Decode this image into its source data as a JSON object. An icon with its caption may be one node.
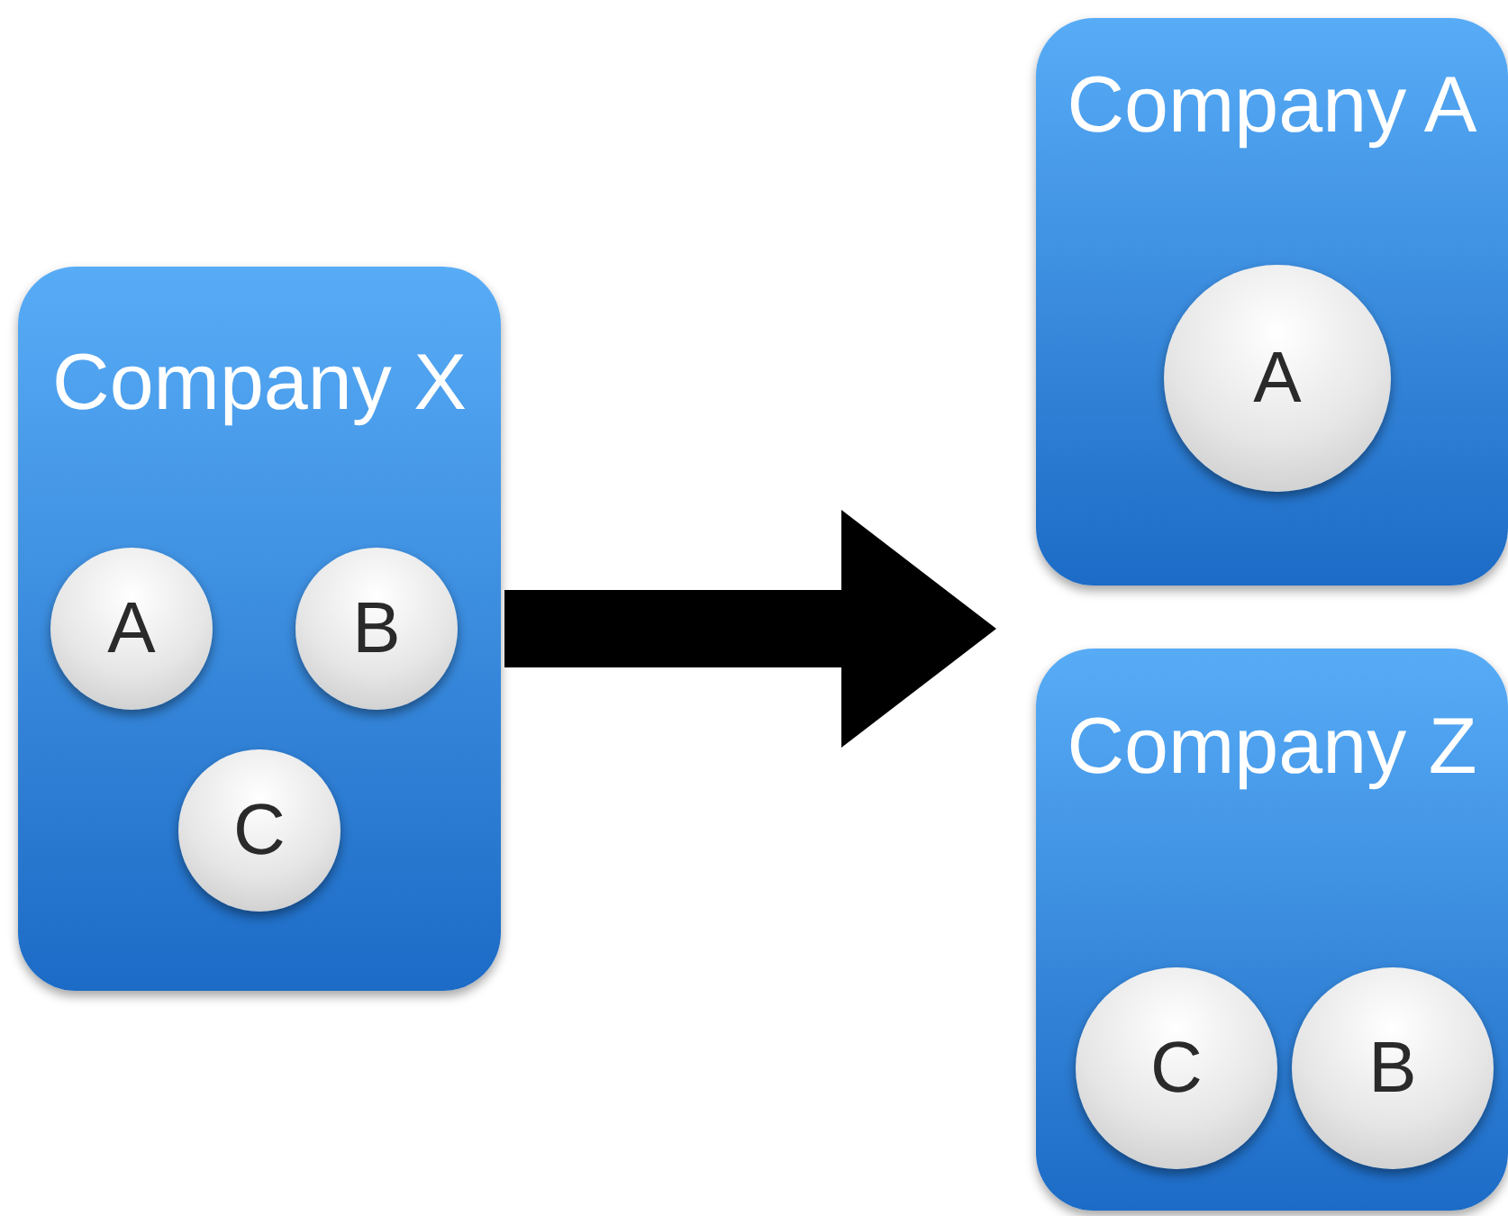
{
  "diagram": {
    "nodes": [
      {
        "text": [
          "Company X"
        ]
      },
      {
        "text": [
          "A"
        ],
        "in": 0
      },
      {
        "text": [
          "B"
        ],
        "in": 0
      },
      {
        "text": [
          "C"
        ],
        "in": 0
      },
      {
        "text": [
          "Company A"
        ]
      },
      {
        "text": [
          "A"
        ],
        "in": 4
      },
      {
        "text": [
          "Company Z"
        ]
      },
      {
        "text": [
          "C"
        ],
        "in": 6
      },
      {
        "text": [
          "B"
        ],
        "in": 6
      }
    ],
    "edges": [
      {
        "from": 0,
        "to": 4,
        "arrow": "to"
      },
      {
        "from": 0,
        "to": 6,
        "arrow": "to"
      }
    ]
  }
}
